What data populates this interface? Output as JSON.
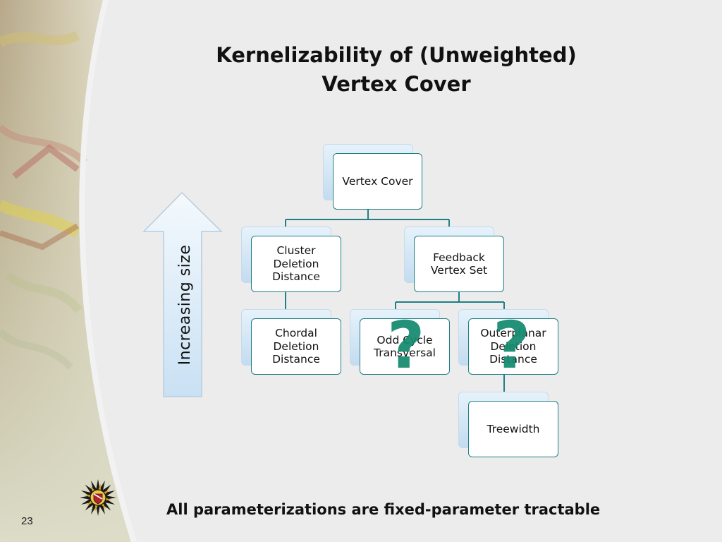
{
  "slide": {
    "title_line1": "Kernelizability of (Unweighted)",
    "title_line2": "Vertex Cover",
    "arrow_label": "Increasing size",
    "footer": "All parameterizations are fixed-parameter tractable",
    "page_number": "23",
    "question_mark": "?"
  },
  "diagram": {
    "nodes": [
      {
        "id": "vc",
        "label": "Vertex Cover"
      },
      {
        "id": "cdd",
        "label": "Cluster Deletion Distance"
      },
      {
        "id": "fvs",
        "label": "Feedback Vertex Set"
      },
      {
        "id": "chordal",
        "label": "Chordal Deletion Distance"
      },
      {
        "id": "oct",
        "label": "Odd Cycle Transversal"
      },
      {
        "id": "outer",
        "label": "Outerplanar Deletion Distance"
      },
      {
        "id": "tw",
        "label": "Treewidth"
      }
    ],
    "edges": [
      {
        "from": "vc",
        "to": "cdd"
      },
      {
        "from": "vc",
        "to": "fvs"
      },
      {
        "from": "cdd",
        "to": "chordal"
      },
      {
        "from": "fvs",
        "to": "oct"
      },
      {
        "from": "fvs",
        "to": "outer"
      },
      {
        "from": "outer",
        "to": "tw"
      }
    ]
  },
  "colors": {
    "node_border": "#1f7f86",
    "edge": "#1f7f86",
    "question_mark": "#138a6e",
    "arrow_fill": "#d9ecf9"
  }
}
